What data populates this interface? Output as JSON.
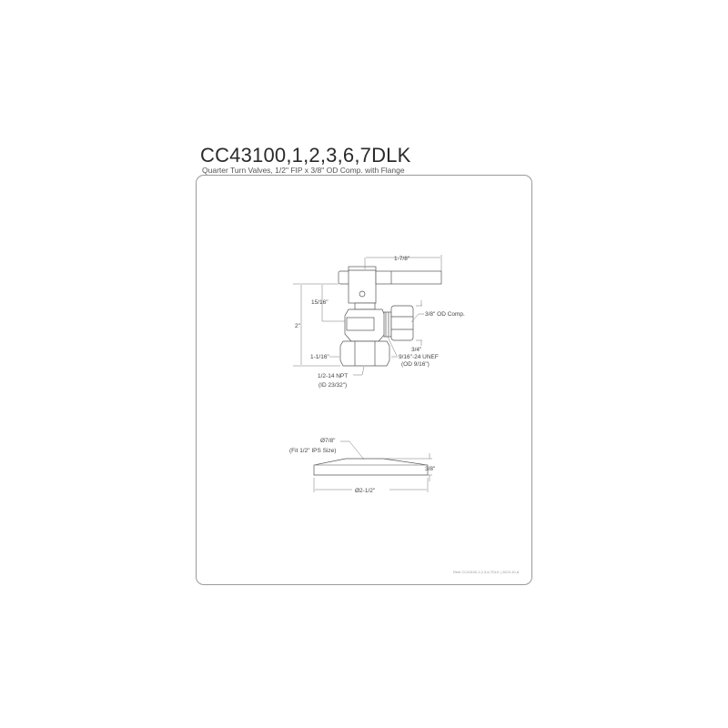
{
  "header": {
    "title": "CC43100,1,2,3,6,7DLK",
    "subtitle": "Quarter Turn Valves, 1/2\" FIP x 3/8\" OD Comp. with Flange"
  },
  "valve_dimensions": {
    "handle_length": "1-7/8\"",
    "stem_height": "15/16\"",
    "overall_height": "2\"",
    "outlet_label": "3/8\" OD Comp.",
    "outlet_offset": "3/4\"",
    "hex_width": "1-1/16\"",
    "thread_label": "9/16\"-24 UNEF",
    "thread_od": "(OD 9/16\")",
    "inlet_label": "1/2-14 NPT",
    "inlet_id": "(ID 23/32\")"
  },
  "flange_dimensions": {
    "inner_diameter": "Ø7/8\"",
    "fit_note": "(Fit 1/2\" IPS Size)",
    "height": "3/8\"",
    "outer_diameter": "Ø2-1/2\""
  },
  "footer": {
    "revision": "Rel# CC43100,1,2,3,6,7DLK | 2023-10-8"
  }
}
